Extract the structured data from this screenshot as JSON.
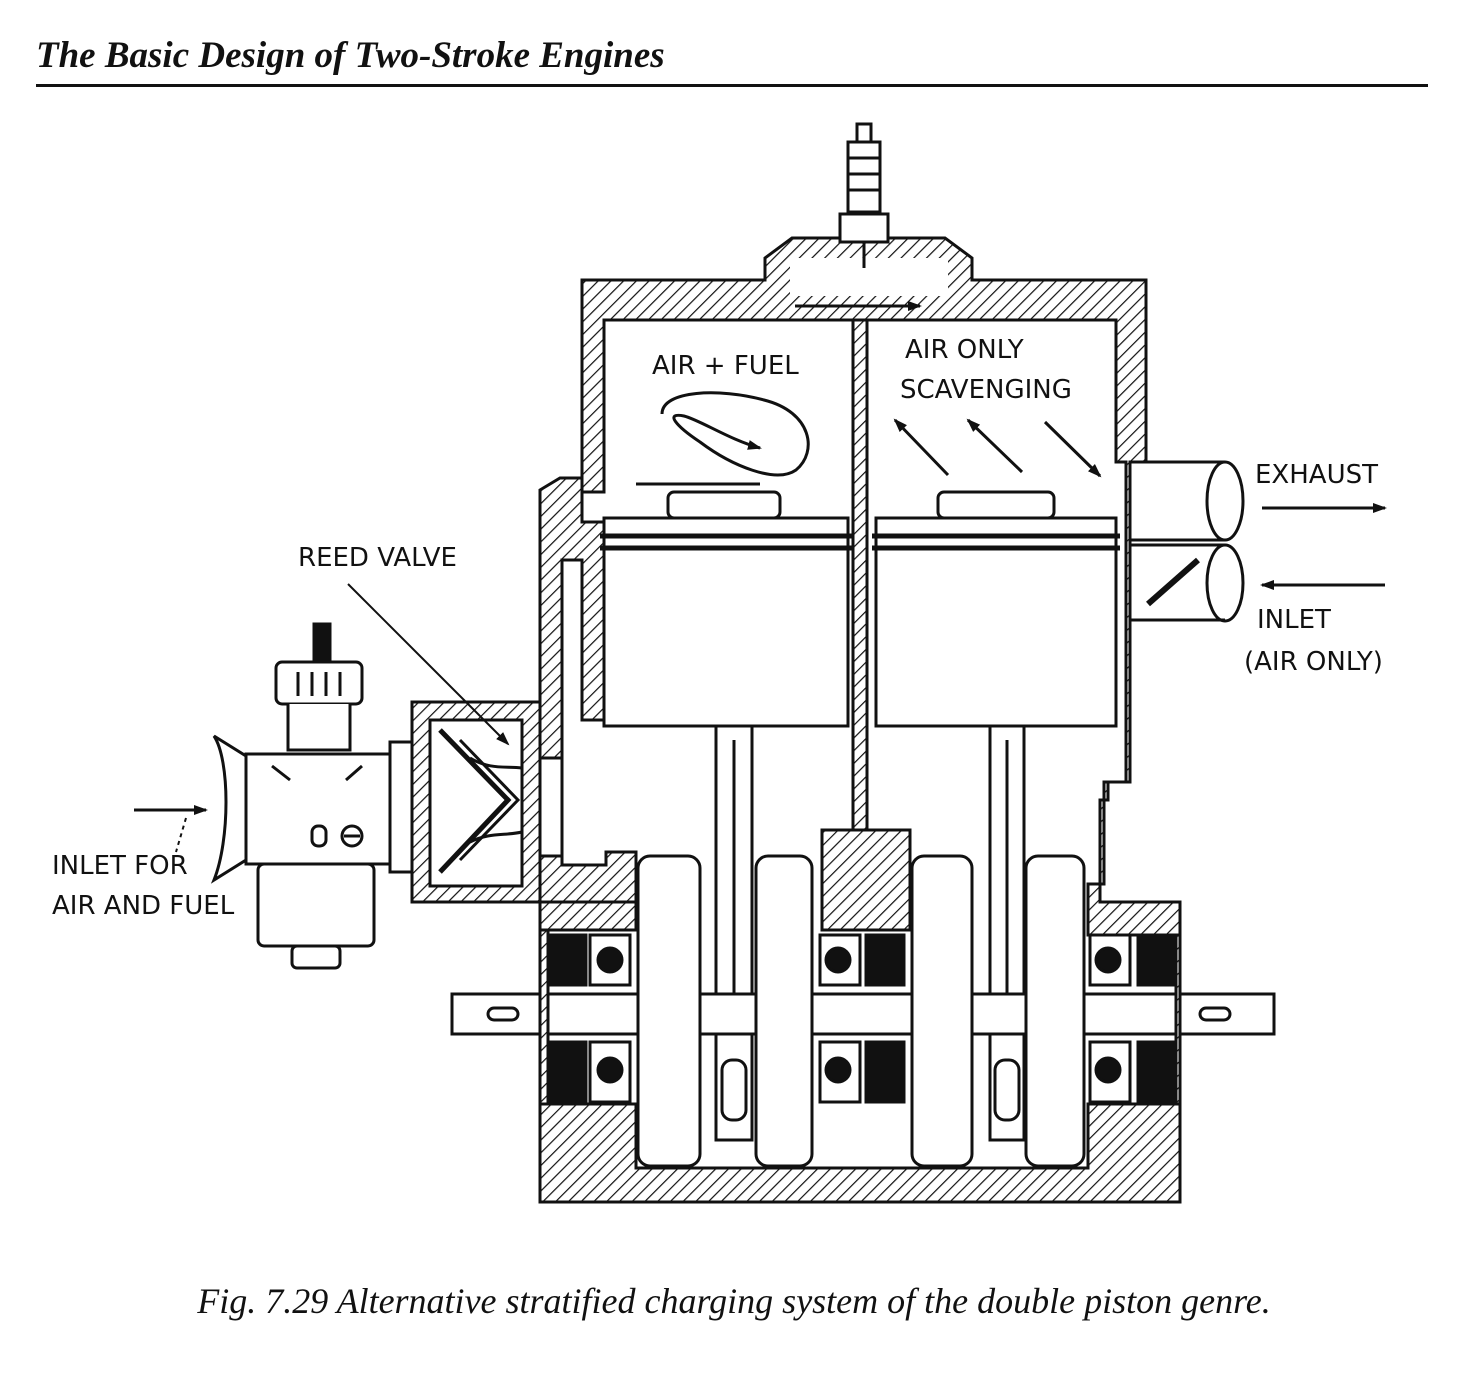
{
  "header": {
    "title": "The Basic Design of Two-Stroke Engines"
  },
  "figure": {
    "labels": {
      "air_fuel": "AIR + FUEL",
      "air_only_line1": "AIR ONLY",
      "air_only_line2": "SCAVENGING",
      "exhaust": "EXHAUST",
      "inlet_air_only_line1": "INLET",
      "inlet_air_only_line2": "(AIR ONLY)",
      "reed_valve": "REED VALVE",
      "inlet_air_fuel_line1": "INLET FOR",
      "inlet_air_fuel_line2": "AIR AND FUEL"
    },
    "caption": "Fig. 7.29 Alternative stratified charging system of the double piston genre."
  },
  "colors": {
    "ink": "#111111",
    "paper": "#ffffff"
  }
}
